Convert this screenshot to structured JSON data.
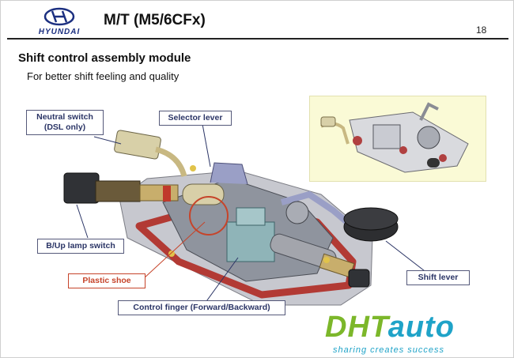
{
  "header": {
    "logo_text": "HYUNDAI",
    "title": "M/T (M5/6CFx)",
    "page_number": "18"
  },
  "content": {
    "subtitle": "Shift control assembly module",
    "description": "For better shift feeling and quality"
  },
  "callouts": {
    "neutral_switch": "Neutral switch\n(DSL only)",
    "selector_lever": "Selector lever",
    "bup_lamp_switch": "B/Up lamp switch",
    "plastic_shoe": "Plastic shoe",
    "shift_lever": "Shift lever",
    "control_finger": "Control finger (Forward/Backward)"
  },
  "watermark": {
    "brand_left": "DHT",
    "brand_right": "auto",
    "tagline": "sharing creates success"
  },
  "colors": {
    "brand_blue": "#1b2f80",
    "callout_border": "#55597a",
    "callout_text": "#2b3566",
    "highlight_red": "#c6442a",
    "inset_bg": "#fafad6"
  }
}
